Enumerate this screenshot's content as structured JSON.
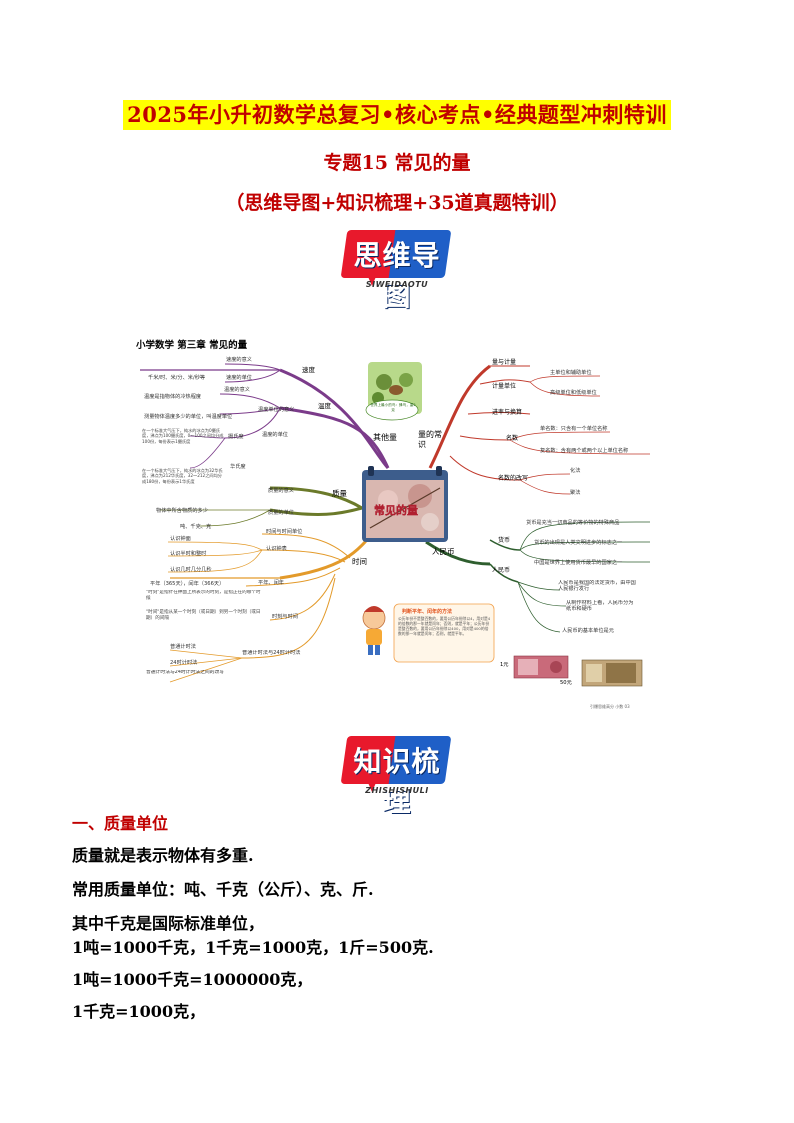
{
  "header": {
    "title": "2025年小升初数学总复习•核心考点•经典题型冲刺特训",
    "subtitle": "专题15  常见的量",
    "subtitle2": "（思维导图+知识梳理+35道真题特训）"
  },
  "badge_mindmap": {
    "text": "思维导图",
    "en": "SIWEIDAOTU"
  },
  "badge_knowledge": {
    "text": "知识梳理",
    "en": "ZHISHISHULI"
  },
  "mindmap": {
    "heading": "小学数学  第三章  常见的量",
    "center": "常见的量",
    "branch_other": "其他量",
    "branch_measure": "量的常识",
    "branch_mass": "质量",
    "branch_time": "时间",
    "branch_rmb": "人民币",
    "speed": {
      "label": "速度",
      "item1": "速度的意义",
      "item2": "速度的单位",
      "item2_note": "千米/时、米/分、米/秒等"
    },
    "temp": {
      "label": "温度",
      "item1": "温度的意义",
      "item1_note": "温度是指物体的冷热程度",
      "item2": "温度单位的意义",
      "item2_note": "测量物体温度多少的单位，叫温度单位",
      "item3": "温度的单位",
      "celsius": "摄氏度",
      "celsius_note": "在一个标准大气压下，纯水的冰点为0摄氏度，沸点为100摄氏度，0～100之间均分成100份，每份表示1摄氏度",
      "fahrenheit": "华氏度",
      "fahrenheit_note": "在一个标准大气压下，纯水的冰点为32华氏度，沸点为212华氏度，32～212之间均分成180份，每份表示1华氏度"
    },
    "mass": {
      "item1": "质量的意义",
      "item1_note": "物体中所含物质的多少",
      "item2": "质量的单位",
      "item2_note": "吨、千克、克"
    },
    "time": {
      "item1": "时间与时间单位",
      "item2": "认识钟表",
      "item2_a": "认识钟面",
      "item2_b": "认识半时和整时",
      "item2_c": "认识几时几分几秒",
      "item3": "平年、闰年",
      "item3_note": "平年（365天），闰年（366天）",
      "item4": "时刻与时间",
      "item4_a": "\"时刻\"是指针在钟面上所表示的时刻，是指正在的哪个时候",
      "item4_b": "\"时间\"是指从某一个时刻（或日期）到另一个时刻（或日期）的间隔",
      "item5": "普通计时法与24时计时法",
      "item5_a": "普通计时法",
      "item5_b": "24时计时法",
      "item5_c": "普通计时法与24时计时法之间的改写"
    },
    "measure": {
      "item1": "量与计量",
      "item2": "计量单位",
      "item2_a": "主单位和辅助单位",
      "item2_b": "高级单位和低级单位",
      "item3": "进率与换算",
      "item4": "名数",
      "item4_a": "单名数：只含有一个单位名称",
      "item4_b": "复名数：含有两个或两个以上单位名称",
      "item5": "名数的改写",
      "item5_a": "化法",
      "item5_b": "聚法"
    },
    "rmb": {
      "item1": "货币",
      "item1_a": "货币是充当一切商品的等价物的特殊商品",
      "item1_b": "货币的出现是人类文明进步的标志之一",
      "item1_c": "中国是世界上使用货币最早的国家之一",
      "item2": "人民币",
      "item2_a": "人民币是我国的法定货币，由中国人民银行发行",
      "item2_b": "从制作材料上看，人民币分为纸币和硬币",
      "item2_c": "人民币的基本单位是元",
      "note_title": "判断平年、闰年的方法",
      "note_body": "公历年份不是整百数的，要用公历年份除以4，用对是4的倍数的那一年就是闰年；否则，就是平年；公历年份是整百数的，要用公历年份除以400，用对是400的倍数的那一年就是闰年；否则，就是平年。",
      "bill1": "1元",
      "bill2": "50元"
    },
    "bubble": "世界上最小的鸟：蜂鸟，重2克",
    "footer": "引爆思维高分 小数  03"
  },
  "section1": {
    "heading": "一、质量单位",
    "lines": [
      "质量就是表示物体有多重.",
      "常用质量单位：吨、千克（公斤）、克、斤.",
      "其中千克是国际标准单位，",
      "1吨=1000千克，1千克=1000克，1斤=500克.",
      "1吨=1000千克=1000000克，",
      "1千克=1000克，"
    ]
  },
  "colors": {
    "title_red": "#c00000",
    "highlight": "#ffff00",
    "badge_red": "#e8192c",
    "badge_blue": "#1f5fc7"
  }
}
